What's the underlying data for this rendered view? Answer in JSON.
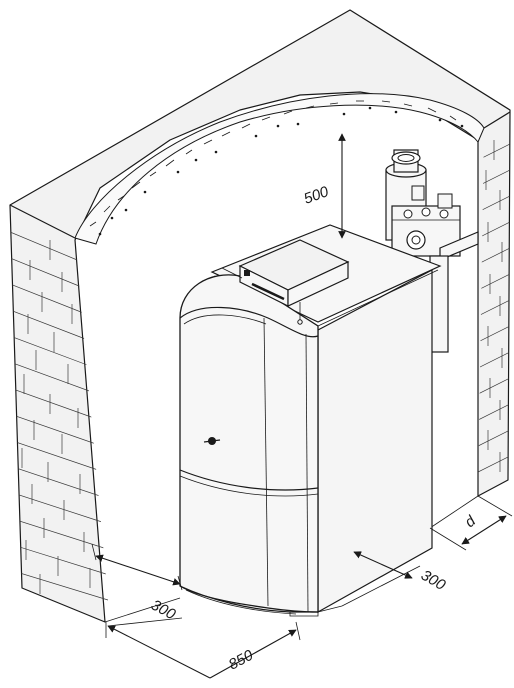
{
  "dimensions": {
    "top_clearance": "500",
    "left_side_clearance": "300",
    "right_side_clearance": "300",
    "front_depth": "850",
    "rear_distance": "d"
  },
  "colors": {
    "line": "#1a1a1a",
    "wall_fill": "#f2f2f2",
    "boiler_fill": "#f7f7f7",
    "insulation_fill": "#fafafa"
  }
}
